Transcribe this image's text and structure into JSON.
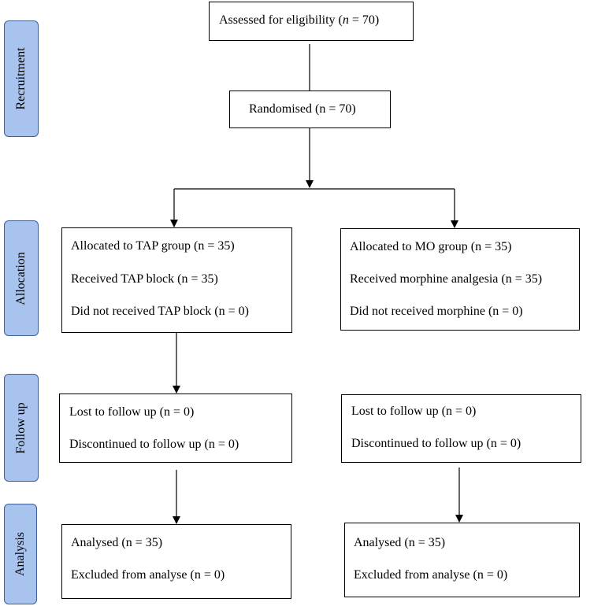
{
  "stages": {
    "recruitment": "Recruitment",
    "allocation": "Allocation",
    "follow_up": "Follow up",
    "analysis": "Analysis"
  },
  "assessed": {
    "prefix": "Assessed for eligibility (",
    "n_symbol": "n",
    "suffix": " = 70)"
  },
  "randomised": "Randomised (n = 70)",
  "tap_allocation": [
    "Allocated to TAP group (n = 35)",
    "Received TAP block (n = 35)",
    "Did not received TAP block (n = 0)"
  ],
  "mo_allocation": [
    "Allocated to MO group (n = 35)",
    "Received morphine analgesia (n = 35)",
    "Did not received morphine (n = 0)"
  ],
  "tap_followup": [
    "Lost to follow up (n = 0)",
    "Discontinued to follow up (n = 0)"
  ],
  "mo_followup": [
    "Lost to follow up (n = 0)",
    "Discontinued to follow up (n = 0)"
  ],
  "tap_analysis": [
    "Analysed (n = 35)",
    "Excluded from analyse (n = 0)"
  ],
  "mo_analysis": [
    "Analysed (n = 35)",
    "Excluded from analyse (n = 0)"
  ]
}
